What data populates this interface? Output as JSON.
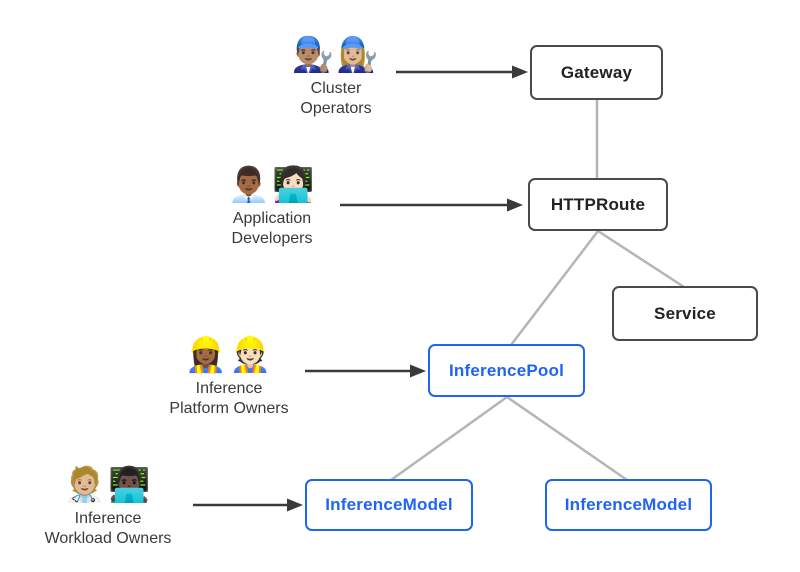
{
  "diagram": {
    "actors": [
      {
        "id": "cluster-operators",
        "lines": [
          "Cluster",
          "Operators"
        ],
        "emojis": [
          "👨🏽‍🔧",
          "👩🏼‍🔧"
        ]
      },
      {
        "id": "application-developers",
        "lines": [
          "Application",
          "Developers"
        ],
        "emojis": [
          "👨🏾‍💼",
          "👩🏻‍💻"
        ]
      },
      {
        "id": "inference-platform-owners",
        "lines": [
          "Inference",
          "Platform Owners"
        ],
        "emojis": [
          "👷🏾‍♀️",
          "👷🏻"
        ]
      },
      {
        "id": "inference-workload-owners",
        "lines": [
          "Inference",
          "Workload Owners"
        ],
        "emojis": [
          "🧑🏼‍⚕️",
          "👨🏿‍💻"
        ]
      }
    ],
    "nodes": {
      "gateway": {
        "label": "Gateway",
        "style": "standard"
      },
      "httproute": {
        "label": "HTTPRoute",
        "style": "standard"
      },
      "service": {
        "label": "Service",
        "style": "standard"
      },
      "inferencepool": {
        "label": "InferencePool",
        "style": "extension"
      },
      "inferencemodel_left": {
        "label": "InferenceModel",
        "style": "extension"
      },
      "inferencemodel_right": {
        "label": "InferenceModel",
        "style": "extension"
      }
    },
    "edges": [
      "gateway-httproute",
      "httproute-inferencepool",
      "httproute-service",
      "inferencepool-inferencemodel-left",
      "inferencepool-inferencemodel-right"
    ],
    "colors": {
      "standard_node_border": "#4a4a4a",
      "standard_node_text": "#222222",
      "extension_node": "#2065f0",
      "connector": "#b5b5b5",
      "arrow": "#3a3a3a",
      "actor_text": "#3a3a3a",
      "background": "#ffffff"
    }
  }
}
